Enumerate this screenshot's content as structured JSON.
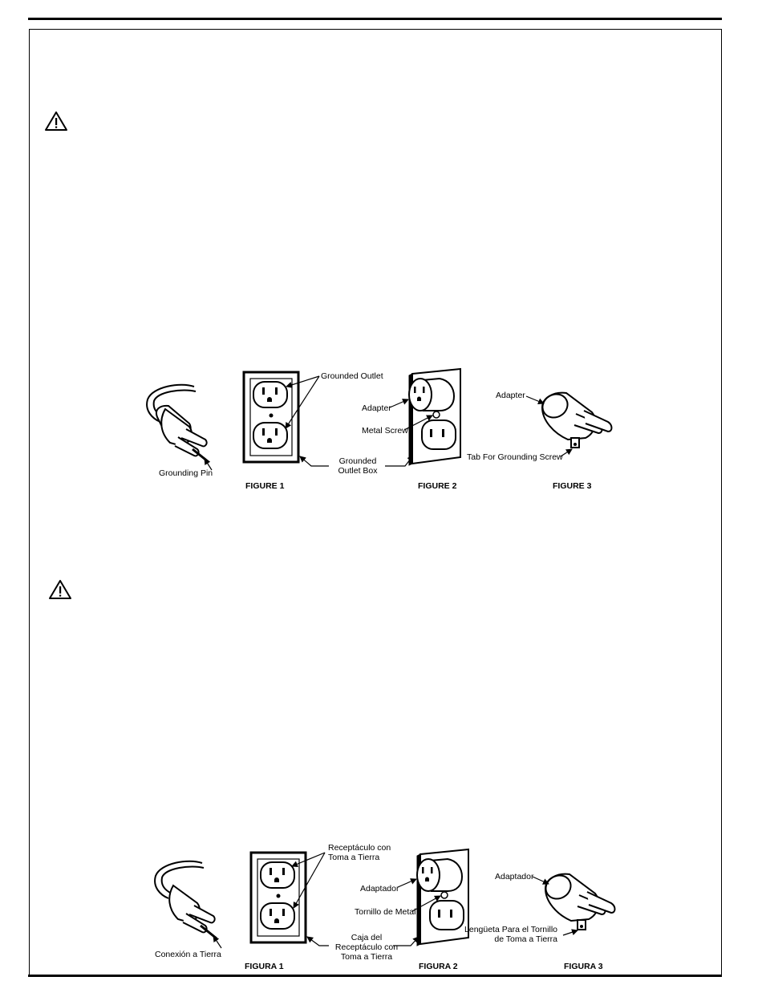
{
  "figures_en": {
    "fig1_caption": "FIGURE 1",
    "fig2_caption": "FIGURE 2",
    "fig3_caption": "FIGURE 3",
    "grounding_pin": "Grounding Pin",
    "grounded_outlet": "Grounded Outlet",
    "grounded_outlet_box_1": "Grounded",
    "grounded_outlet_box_2": "Outlet Box",
    "adapter_fig2": "Adapter",
    "metal_screw": "Metal Screw",
    "adapter_fig3": "Adapter",
    "tab_grounding_screw": "Tab For Grounding Screw"
  },
  "figures_es": {
    "fig1_caption": "FIGURA 1",
    "fig2_caption": "FIGURA 2",
    "fig3_caption": "FIGURA 3",
    "conexion_tierra": "Conexión a Tierra",
    "receptaculo_1": "Receptáculo con",
    "receptaculo_2": "Toma a Tierra",
    "caja_1": "Caja del",
    "caja_2": "Receptáculo con",
    "caja_3": "Toma a Tierra",
    "adaptador_fig2": "Adaptador",
    "tornillo": "Tornillo de Metal",
    "adaptador_fig3": "Adaptador",
    "lengueta_1": "Lengüeta Para el Tornillo",
    "lengueta_2": "de Toma a Tierra"
  }
}
